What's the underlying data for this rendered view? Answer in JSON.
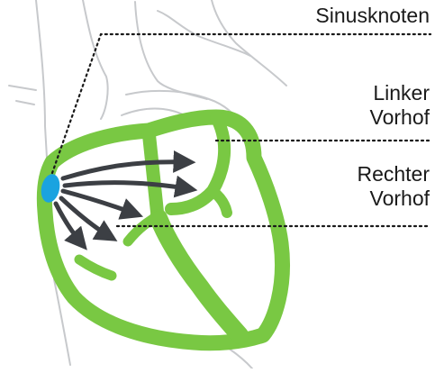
{
  "labels": {
    "sinus_node": "Sinusknoten",
    "left_atrium": [
      "Linker",
      "Vorhof"
    ],
    "right_atrium": [
      "Rechter",
      "Vorhof"
    ]
  },
  "colors": {
    "heart_muscle": "#79c843",
    "sinus_node": "#1aa3e0",
    "arrows": "#3c3f44",
    "outline": "#c7c9cc",
    "leader_lines": "#1a1a1a"
  },
  "icons": {
    "sinus_node": "blue-oval-marker",
    "signal_arrows": "arrow"
  }
}
